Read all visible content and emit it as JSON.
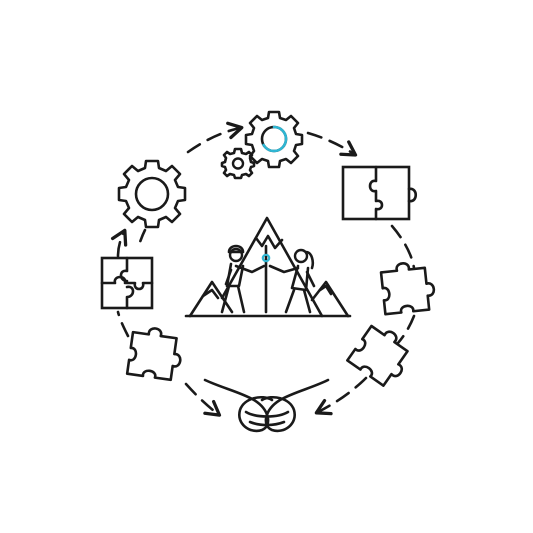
{
  "diagram": {
    "colors": {
      "ink": "#1a1a1a",
      "accent": "#2fb6d3",
      "background": "#ffffff"
    },
    "center": {
      "icon": "mountain-handshake-icon"
    },
    "cycle": [
      {
        "id": "gears",
        "icon": "gears-icon"
      },
      {
        "id": "puzzle-joined",
        "icon": "puzzle-joined-icon"
      },
      {
        "id": "puzzle-piece-right",
        "icon": "puzzle-piece-icon"
      },
      {
        "id": "puzzle-piece-bottom-right",
        "icon": "puzzle-piece-icon"
      },
      {
        "id": "knot",
        "icon": "rope-knot-icon"
      },
      {
        "id": "puzzle-piece-bottom-left",
        "icon": "puzzle-piece-icon"
      },
      {
        "id": "puzzle-square-left",
        "icon": "puzzle-square-icon"
      },
      {
        "id": "gear-left",
        "icon": "gear-icon"
      }
    ],
    "arrows": [
      "cycle-arrow-icon"
    ]
  }
}
